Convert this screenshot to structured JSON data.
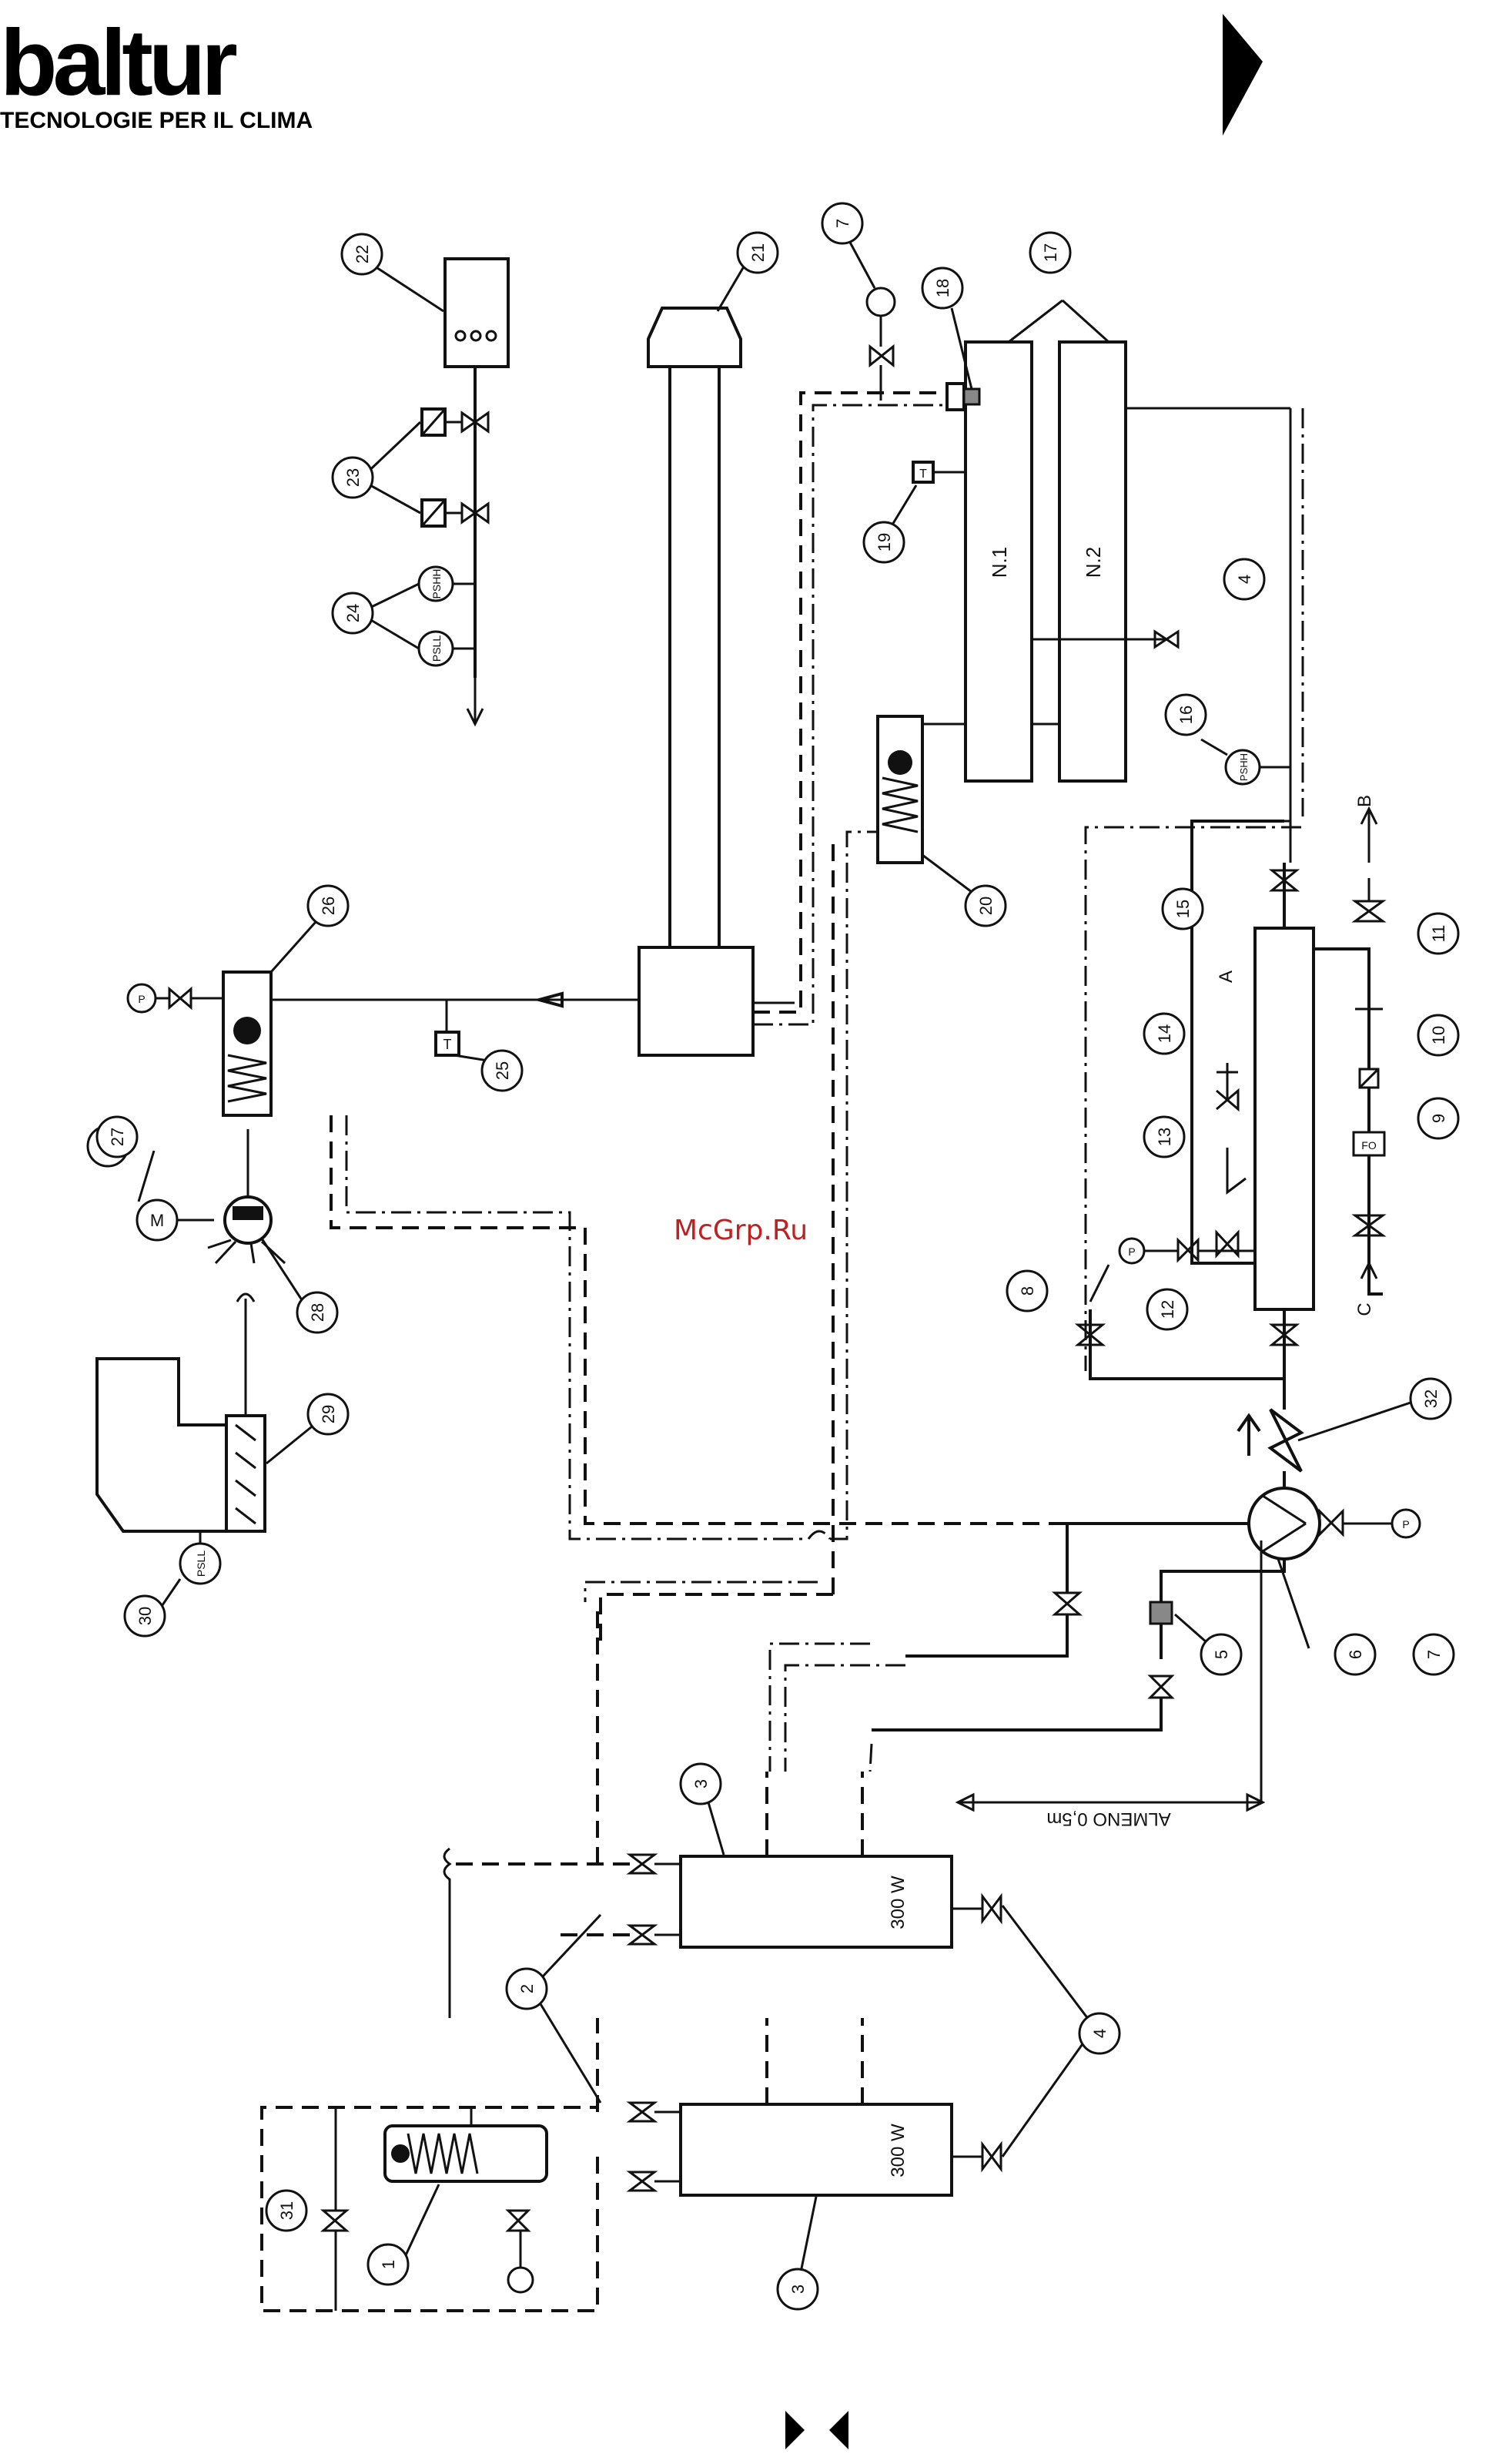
{
  "header": {
    "logo_text": "baltur",
    "tagline": "TECNOLOGIE PER IL CLIMA"
  },
  "watermark": "McGrp.Ru",
  "balloons": [
    "1",
    "2",
    "3",
    "3",
    "4",
    "4",
    "4",
    "5",
    "6",
    "7",
    "7",
    "7",
    "7",
    "8",
    "9",
    "10",
    "11",
    "12",
    "13",
    "14",
    "15",
    "16",
    "17",
    "18",
    "19",
    "20",
    "21",
    "22",
    "23",
    "24",
    "25",
    "26",
    "27",
    "28",
    "29",
    "30",
    "31",
    "32"
  ],
  "labels": {
    "tank_n1": "N.1",
    "tank_n2": "N.2",
    "heater_power": "300 W",
    "heater_power_2": "300 W",
    "min_distance": "ALMENO 0,5m",
    "point_a": "A",
    "point_b": "B",
    "point_c": "C",
    "pshh": "PSHH",
    "psll": "PSLL",
    "pshh_16": "PSHH",
    "psll_30": "PSLL",
    "motor": "M",
    "flow_meter": "FO",
    "gauge_p": "P",
    "gauge_t": "T"
  }
}
